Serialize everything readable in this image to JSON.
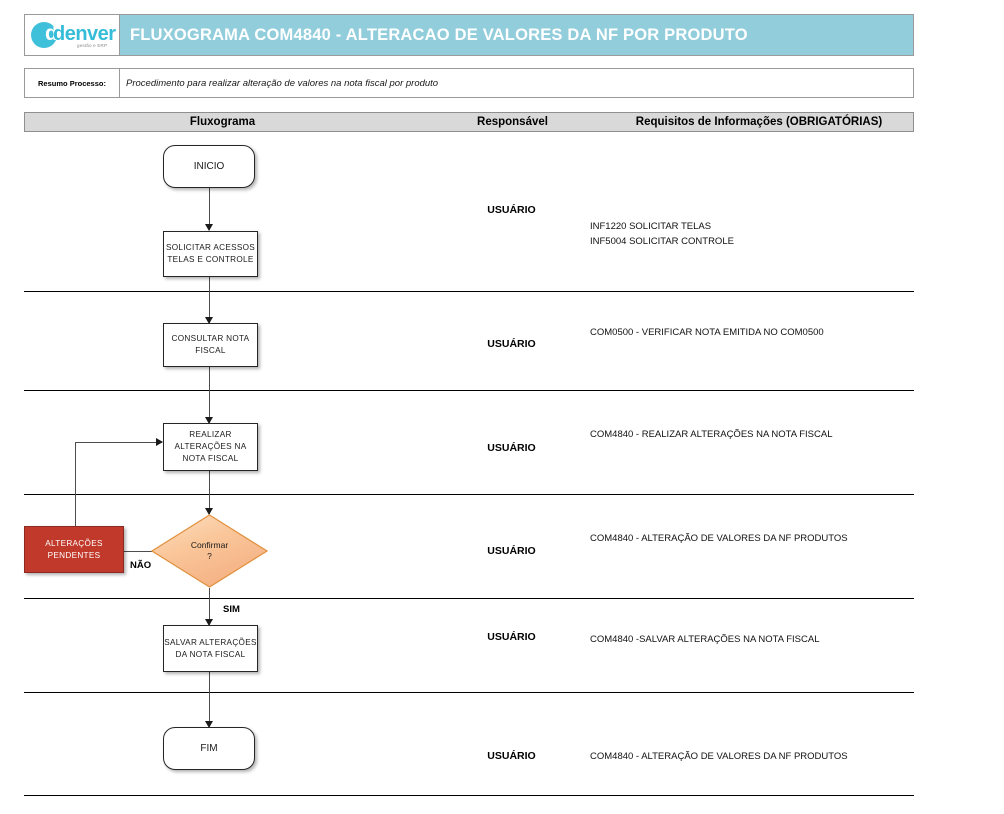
{
  "header": {
    "logo": {
      "brand": "denver",
      "mark_letter": "d",
      "tagline": "gestão e ERP",
      "circle_color": "#3FC0DA",
      "word_color": "#35BCD8"
    },
    "title": "FLUXOGRAMA COM4840 - ALTERACAO DE VALORES DA NF POR PRODUTO",
    "title_band_color": "#92CDDC"
  },
  "summary": {
    "label": "Resumo Processo:",
    "value": "Procedimento para realizar alteração de valores na nota fiscal por produto"
  },
  "columns": {
    "flowchart": "Fluxograma",
    "responsible": "Responsável",
    "requirements": "Requisitos de Informações (OBRIGATÓRIAS)",
    "header_bg": "#D9D9D9"
  },
  "rows": [
    {
      "responsible": "USUÁRIO",
      "requirements": [
        "INF1220 SOLICITAR TELAS",
        "INF5004 SOLICITAR CONTROLE"
      ]
    },
    {
      "responsible": "USUÁRIO",
      "requirements": [
        "COM0500 - VERIFICAR NOTA EMITIDA NO COM0500"
      ]
    },
    {
      "responsible": "USUÁRIO",
      "requirements": [
        "COM4840 - REALIZAR ALTERAÇÕES NA NOTA FISCAL"
      ]
    },
    {
      "responsible": "USUÁRIO",
      "requirements": [
        "COM4840 - ALTERAÇÃO DE VALORES DA NF PRODUTOS"
      ]
    },
    {
      "responsible": "USUÁRIO",
      "requirements": [
        "COM4840 -SALVAR ALTERAÇÕES NA NOTA FISCAL"
      ]
    },
    {
      "responsible": "USUÁRIO",
      "requirements": [
        "COM4840 - ALTERAÇÃO DE VALORES DA NF PRODUTOS"
      ]
    }
  ],
  "nodes": {
    "start": {
      "label": "INICIO",
      "type": "terminator"
    },
    "request_access": {
      "label": "SOLICITAR ACESSOS TELAS E CONTROLE",
      "type": "process"
    },
    "consult_invoice": {
      "label": "CONSULTAR NOTA FISCAL",
      "type": "process"
    },
    "make_changes": {
      "label": "REALIZAR ALTERAÇÕES NA NOTA FISCAL",
      "type": "process"
    },
    "pending_changes": {
      "label": "ALTERAÇÕES PENDENTES",
      "type": "process",
      "fill": "#C0392B",
      "text_color": "#FFFFFF"
    },
    "confirm": {
      "label_line1": "Confirmar",
      "label_line2": "?",
      "type": "decision",
      "fill": "#FAC090",
      "stroke": "#E09A54"
    },
    "save_changes": {
      "label": "SALVAR ALTERAÇÕES DA NOTA FISCAL",
      "type": "process"
    },
    "end": {
      "label": "FIM",
      "type": "terminator"
    }
  },
  "edges": {
    "no_label": "NÃO",
    "yes_label": "SIM"
  }
}
